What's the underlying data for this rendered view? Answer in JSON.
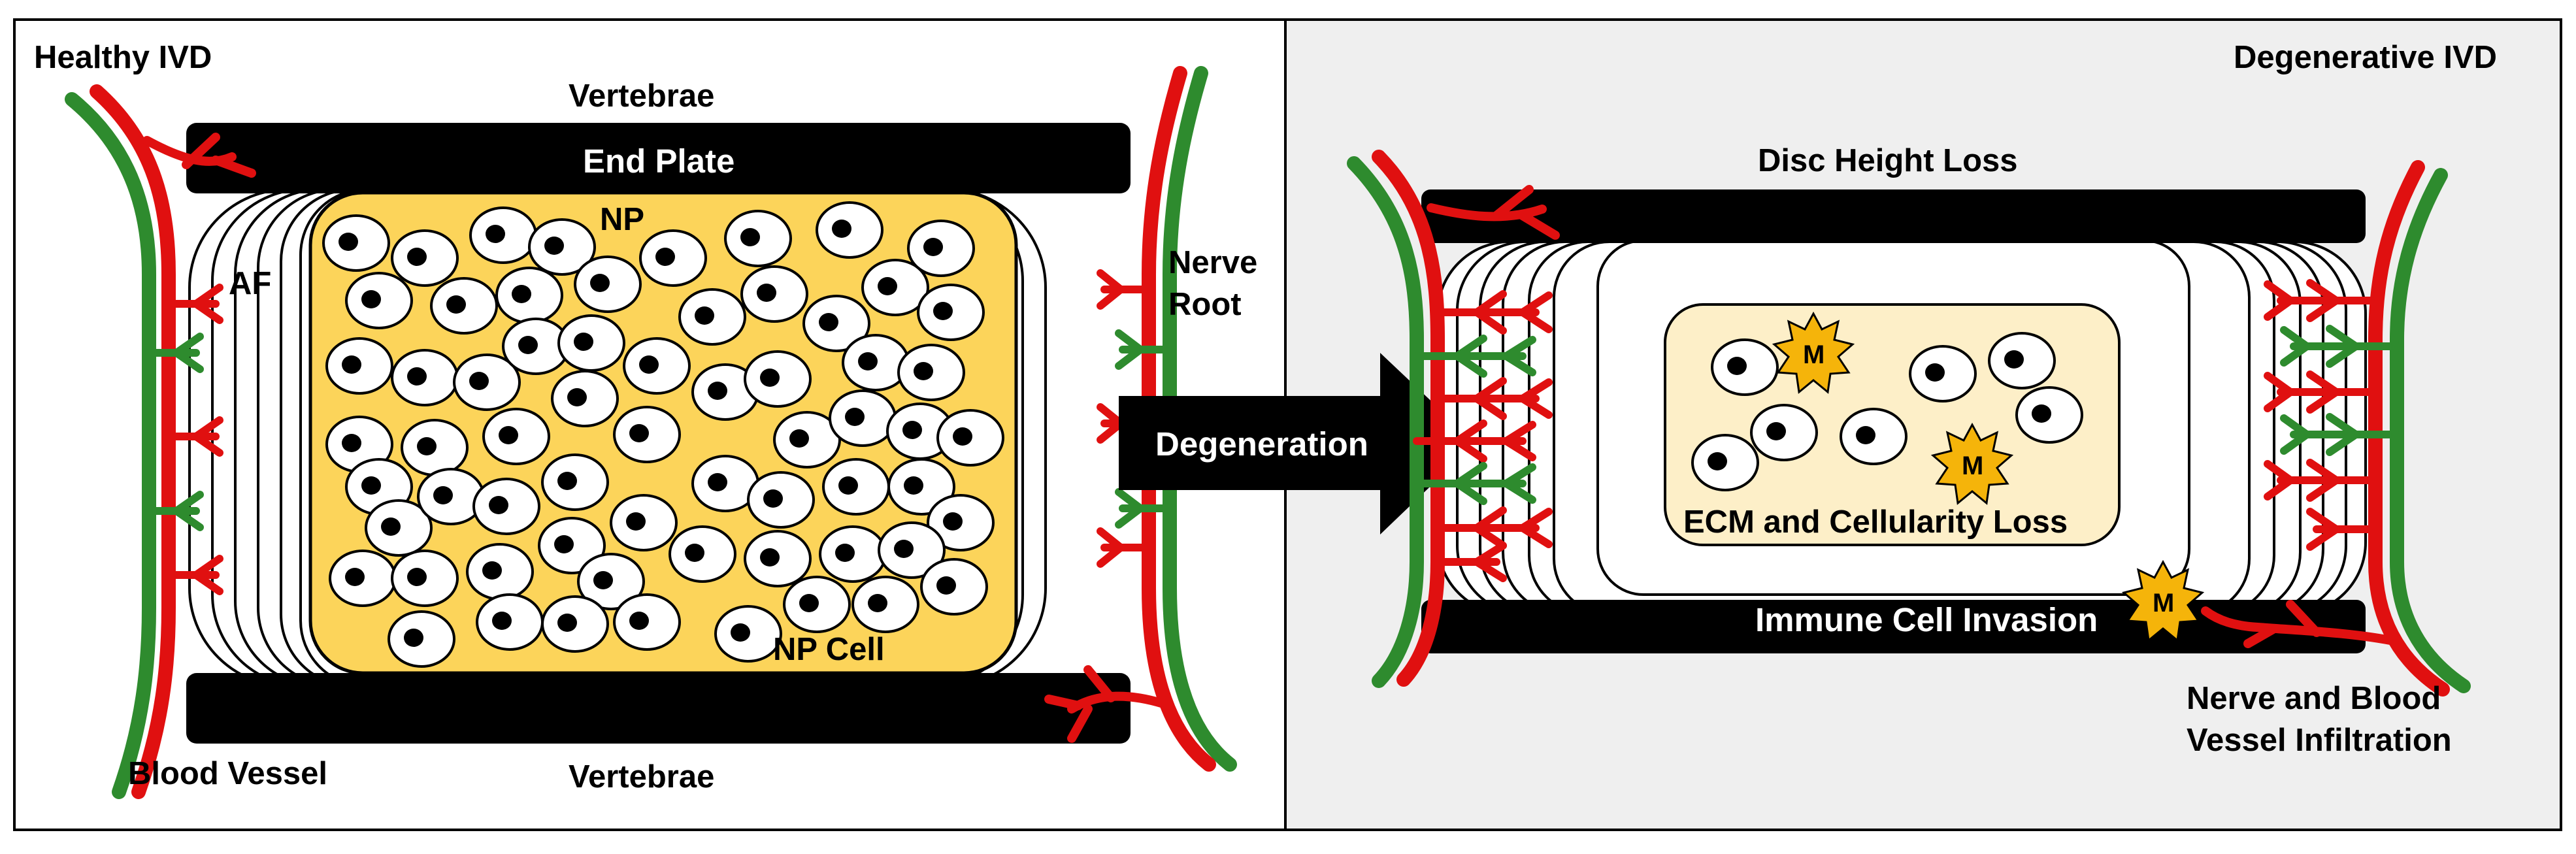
{
  "healthy": {
    "title": "Healthy IVD",
    "vertebrae_top": "Vertebrae",
    "vertebrae_bottom": "Vertebrae",
    "end_plate": "End Plate",
    "np": "NP",
    "np_cell": "NP Cell",
    "af": "AF",
    "nerve_root_line1": "Nerve",
    "nerve_root_line2": "Root",
    "blood_vessel": "Blood Vessel"
  },
  "transition": {
    "label": "Degeneration"
  },
  "degenerative": {
    "title": "Degenerative IVD",
    "disc_height_loss": "Disc Height Loss",
    "ecm_loss": "ECM and Cellularity Loss",
    "immune_invasion": "Immune Cell Invasion",
    "infiltration_line1": "Nerve and Blood",
    "infiltration_line2": "Vessel Infiltration",
    "macrophage_marker": "M"
  },
  "colors": {
    "nerve": "#2e8b2e",
    "blood_vessel": "#e01010",
    "np_fill": "#fcd45a",
    "np_degenerated_fill": "#fdefc8",
    "bone": "#000000",
    "degenerative_bg": "#efefef",
    "macrophage": "#f5b40a"
  },
  "icons": {
    "cell": "np-cell-icon",
    "macrophage": "macrophage-icon",
    "arrow": "degeneration-arrow-icon"
  }
}
